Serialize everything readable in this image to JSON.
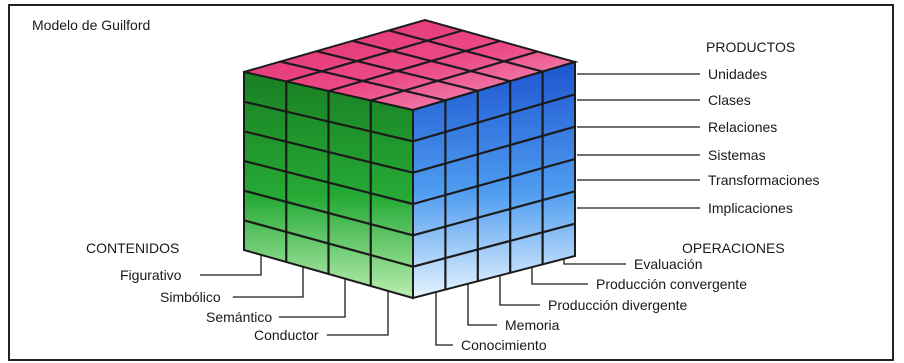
{
  "title": "Modelo de Guilford",
  "productos": {
    "heading": "PRODUCTOS",
    "items": [
      "Unidades",
      "Clases",
      "Relaciones",
      "Sistemas",
      "Transformaciones",
      "Implicaciones"
    ]
  },
  "contenidos": {
    "heading": "CONTENIDOS",
    "items": [
      "Figurativo",
      "Simbólico",
      "Semántico",
      "Conductor"
    ]
  },
  "operaciones": {
    "heading": "OPERACIONES",
    "items": [
      "Evaluación",
      "Producción convergente",
      "Producción divergente",
      "Memoria",
      "Conocimiento"
    ]
  },
  "colors": {
    "top_face": "#e8407a",
    "left_face": "#1f9a2c",
    "right_face": "#2a6ad8",
    "grid_lines": "#1b1b1b",
    "frame": "#222222"
  }
}
